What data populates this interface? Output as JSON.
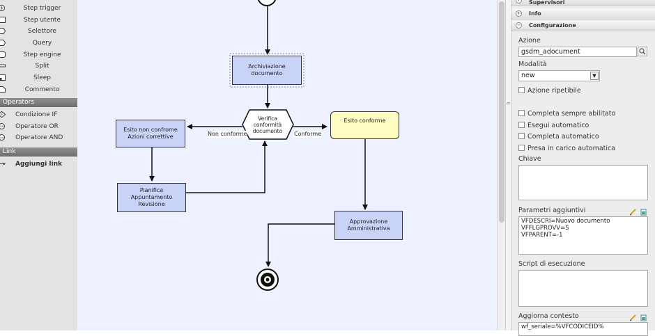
{
  "palette": {
    "steps": [
      {
        "label": "Step trigger",
        "icon": "lightning-step-icon"
      },
      {
        "label": "Step utente",
        "icon": "rectangle-step-icon"
      },
      {
        "label": "Selettore",
        "icon": "hexagon-step-icon"
      },
      {
        "label": "Query",
        "icon": "hexagon-step-icon"
      },
      {
        "label": "Step engine",
        "icon": "rounded-rectangle-step-icon"
      },
      {
        "label": "Split",
        "icon": "split-bar-icon"
      },
      {
        "label": "Sleep",
        "icon": "sleep-step-icon"
      },
      {
        "label": "Commento",
        "icon": "comment-page-icon"
      }
    ],
    "operators_header": "Operators",
    "operators": [
      {
        "label": "Condizione IF",
        "icon": "if-operator-icon"
      },
      {
        "label": "Operatore OR",
        "icon": "or-operator-icon"
      },
      {
        "label": "Operatore AND",
        "icon": "and-operator-icon"
      }
    ],
    "link_header": "Link",
    "link_item": {
      "label": "Aggiungi link",
      "icon": "arrow-link-icon"
    }
  },
  "canvas": {
    "nodes": {
      "archiviazione": "Archiviazione\ndocumento",
      "verifica": "Verifica\nconformità\ndocumento",
      "esito_non_conforme": "Esito non confrome\nAzioni correttive",
      "esito_conforme": "Esito conforme",
      "pianifica": "Pianifica\nAppuntamento\nRevisione",
      "approvazione": "Approvazione\nAmministrativa"
    },
    "edge_labels": {
      "non_conforme": "Non conforme",
      "conforme": "Conforme"
    }
  },
  "properties": {
    "sections": {
      "supervisori": "Supervisori",
      "info": "Info",
      "configurazione": "Configurazione"
    },
    "azione_label": "Azione",
    "azione_value": "gsdm_adocument",
    "modalita_label": "Modalità",
    "modalita_value": "new",
    "azione_ripetibile": "Azione ripetibile",
    "checkboxes": [
      "Completa sempre abilitato",
      "Esegui automatico",
      "Completa automatico",
      "Presa in carico automatica"
    ],
    "chiave_label": "Chiave",
    "chiave_value": "",
    "parametri_label": "Parametri aggiuntivi",
    "parametri_value": "VFDESCRI=Nuovo documento\nVFFLGPROVV=S\nVFPARENT=-1",
    "script_label": "Script di esecuzione",
    "script_value": "",
    "contesto_label": "Aggiorna contesto",
    "contesto_value": "wf_seriale=%VFCODICEID%"
  },
  "colors": {
    "canvas_bg": "#eef1ff",
    "step_fill": "#c9d3f7",
    "conforme_fill": "#fefcc0",
    "panel_bg": "#ededed"
  }
}
